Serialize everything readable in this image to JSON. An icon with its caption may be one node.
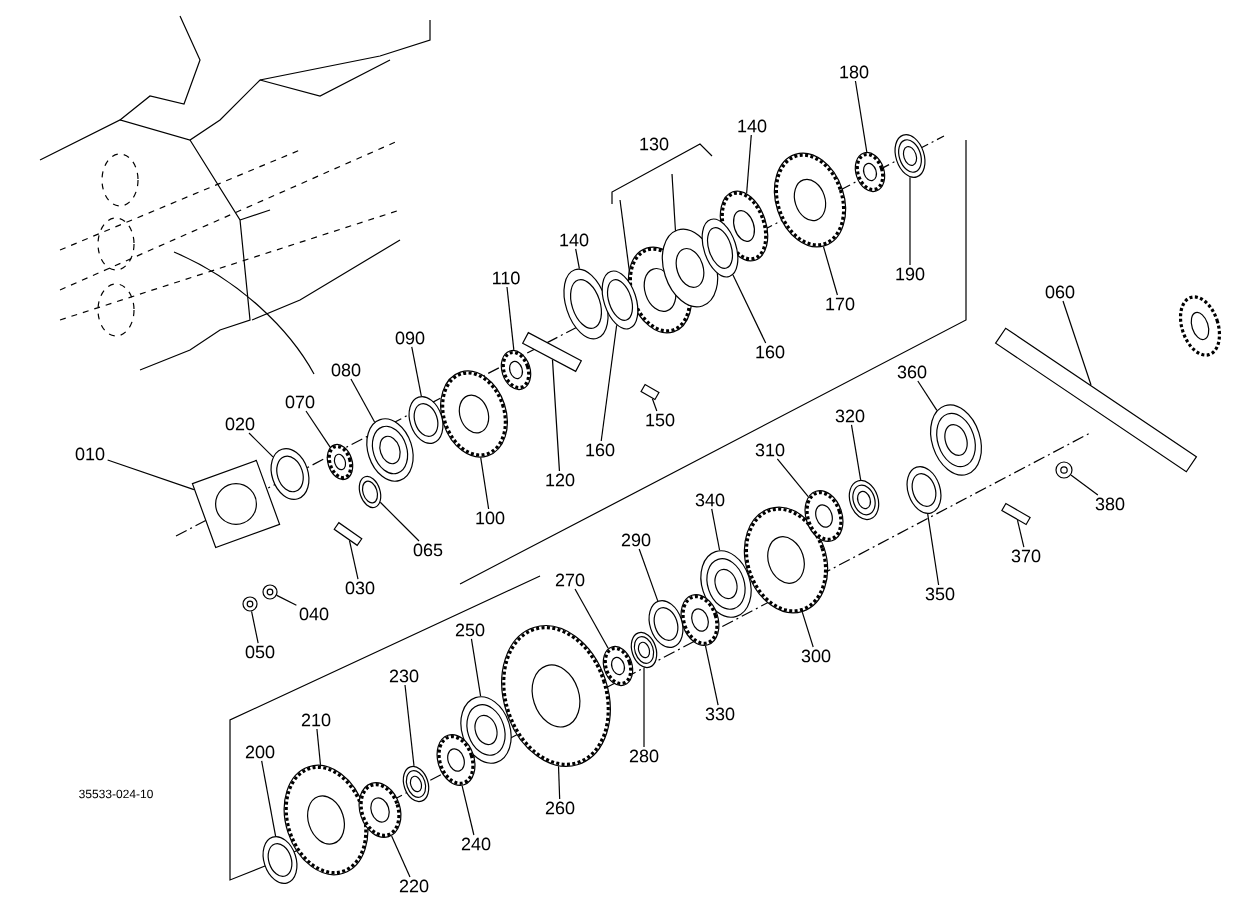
{
  "diagram": {
    "nodes": [
      {
        "text": [
          "010"
        ]
      },
      {
        "text": [
          "020"
        ]
      },
      {
        "text": [
          "030"
        ]
      },
      {
        "text": [
          "040"
        ]
      },
      {
        "text": [
          "050"
        ]
      },
      {
        "text": [
          "065"
        ]
      },
      {
        "text": [
          "070"
        ]
      },
      {
        "text": [
          "080"
        ]
      },
      {
        "text": [
          "090"
        ]
      },
      {
        "text": [
          "100"
        ]
      },
      {
        "text": [
          "110"
        ]
      },
      {
        "text": [
          "120"
        ]
      },
      {
        "text": [
          "130"
        ]
      },
      {
        "text": [
          "140"
        ]
      },
      {
        "text": [
          "140"
        ]
      },
      {
        "text": [
          "150"
        ]
      },
      {
        "text": [
          "160"
        ]
      },
      {
        "text": [
          "160"
        ]
      },
      {
        "text": [
          "170"
        ]
      },
      {
        "text": [
          "180"
        ]
      },
      {
        "text": [
          "190"
        ]
      },
      {
        "text": [
          "060"
        ]
      },
      {
        "text": [
          "360"
        ]
      },
      {
        "text": [
          "320"
        ]
      },
      {
        "text": [
          "310"
        ]
      },
      {
        "text": [
          "340"
        ]
      },
      {
        "text": [
          "290"
        ]
      },
      {
        "text": [
          "380"
        ]
      },
      {
        "text": [
          "370"
        ]
      },
      {
        "text": [
          "350"
        ]
      },
      {
        "text": [
          "300"
        ]
      },
      {
        "text": [
          "330"
        ]
      },
      {
        "text": [
          "270"
        ]
      },
      {
        "text": [
          "280"
        ]
      },
      {
        "text": [
          "250"
        ]
      },
      {
        "text": [
          "230"
        ]
      },
      {
        "text": [
          "260"
        ]
      },
      {
        "text": [
          "210"
        ]
      },
      {
        "text": [
          "200"
        ]
      },
      {
        "text": [
          "240"
        ]
      },
      {
        "text": [
          "220"
        ]
      },
      {
        "text": [],
        "shape": "box"
      },
      {
        "text": [],
        "shape": "ring"
      },
      {
        "text": [],
        "shape": "pin"
      },
      {
        "text": [],
        "shape": "nut"
      },
      {
        "text": [],
        "shape": "nut"
      },
      {
        "text": [],
        "shape": "ring"
      },
      {
        "text": [],
        "shape": "gear"
      },
      {
        "text": [],
        "shape": "bearing"
      },
      {
        "text": [],
        "shape": "ring"
      },
      {
        "text": [],
        "shape": "gear"
      },
      {
        "text": [],
        "shape": "gear"
      },
      {
        "text": [],
        "shape": "shaft"
      },
      {
        "text": [],
        "shape": "ring"
      },
      {
        "text": [],
        "shape": "gear"
      },
      {
        "text": [],
        "shape": "pin"
      },
      {
        "text": [],
        "shape": "ring"
      },
      {
        "text": [],
        "shape": "ring"
      },
      {
        "text": [],
        "shape": "gear"
      },
      {
        "text": [],
        "shape": "gear"
      },
      {
        "text": [],
        "shape": "bearing"
      },
      {
        "text": [],
        "shape": "shaft"
      },
      {
        "text": [],
        "shape": "bearing"
      },
      {
        "text": [],
        "shape": "bearing"
      },
      {
        "text": [],
        "shape": "gear"
      },
      {
        "text": [],
        "shape": "bearing"
      },
      {
        "text": [],
        "shape": "ring"
      },
      {
        "text": [],
        "shape": "nut"
      },
      {
        "text": [],
        "shape": "pin"
      },
      {
        "text": [],
        "shape": "ring"
      },
      {
        "text": [],
        "shape": "gear"
      },
      {
        "text": [],
        "shape": "gear"
      },
      {
        "text": [],
        "shape": "gear"
      },
      {
        "text": [],
        "shape": "bearing"
      },
      {
        "text": [],
        "shape": "bearing"
      },
      {
        "text": [],
        "shape": "bearing"
      },
      {
        "text": [],
        "shape": "gear"
      },
      {
        "text": [],
        "shape": "gear"
      },
      {
        "text": [],
        "shape": "ring"
      },
      {
        "text": [],
        "shape": "gear"
      },
      {
        "text": [],
        "shape": "gear"
      }
    ],
    "edges": [
      {
        "from": 0,
        "to": 41,
        "arrow": "none"
      },
      {
        "from": 1,
        "to": 42,
        "arrow": "none"
      },
      {
        "from": 2,
        "to": 43,
        "arrow": "none"
      },
      {
        "from": 3,
        "to": 44,
        "arrow": "none"
      },
      {
        "from": 4,
        "to": 45,
        "arrow": "none"
      },
      {
        "from": 5,
        "to": 46,
        "arrow": "none"
      },
      {
        "from": 6,
        "to": 47,
        "arrow": "none"
      },
      {
        "from": 7,
        "to": 48,
        "arrow": "none"
      },
      {
        "from": 8,
        "to": 49,
        "arrow": "none"
      },
      {
        "from": 9,
        "to": 50,
        "arrow": "none"
      },
      {
        "from": 10,
        "to": 51,
        "arrow": "none"
      },
      {
        "from": 11,
        "to": 52,
        "arrow": "none"
      },
      {
        "from": 13,
        "to": 53,
        "arrow": "none"
      },
      {
        "from": 14,
        "to": 54,
        "arrow": "none"
      },
      {
        "from": 15,
        "to": 55,
        "arrow": "none"
      },
      {
        "from": 16,
        "to": 56,
        "arrow": "none"
      },
      {
        "from": 17,
        "to": 57,
        "arrow": "none"
      },
      {
        "from": 18,
        "to": 58,
        "arrow": "none"
      },
      {
        "from": 19,
        "to": 59,
        "arrow": "none"
      },
      {
        "from": 20,
        "to": 60,
        "arrow": "none"
      },
      {
        "from": 21,
        "to": 61,
        "arrow": "none"
      },
      {
        "from": 22,
        "to": 62,
        "arrow": "none"
      },
      {
        "from": 23,
        "to": 63,
        "arrow": "none"
      },
      {
        "from": 24,
        "to": 64,
        "arrow": "none"
      },
      {
        "from": 25,
        "to": 65,
        "arrow": "none"
      },
      {
        "from": 26,
        "to": 66,
        "arrow": "none"
      },
      {
        "from": 27,
        "to": 67,
        "arrow": "none"
      },
      {
        "from": 28,
        "to": 68,
        "arrow": "none"
      },
      {
        "from": 29,
        "to": 69,
        "arrow": "none"
      },
      {
        "from": 30,
        "to": 70,
        "arrow": "none"
      },
      {
        "from": 31,
        "to": 71,
        "arrow": "none"
      },
      {
        "from": 32,
        "to": 72,
        "arrow": "none"
      },
      {
        "from": 33,
        "to": 73,
        "arrow": "none"
      },
      {
        "from": 34,
        "to": 74,
        "arrow": "none"
      },
      {
        "from": 35,
        "to": 75,
        "arrow": "none"
      },
      {
        "from": 36,
        "to": 76,
        "arrow": "none"
      },
      {
        "from": 37,
        "to": 77,
        "arrow": "none"
      },
      {
        "from": 38,
        "to": 78,
        "arrow": "none"
      },
      {
        "from": 39,
        "to": 79,
        "arrow": "none"
      },
      {
        "from": 40,
        "to": 80,
        "arrow": "none"
      }
    ],
    "labels": [
      "35533-024-10"
    ]
  }
}
